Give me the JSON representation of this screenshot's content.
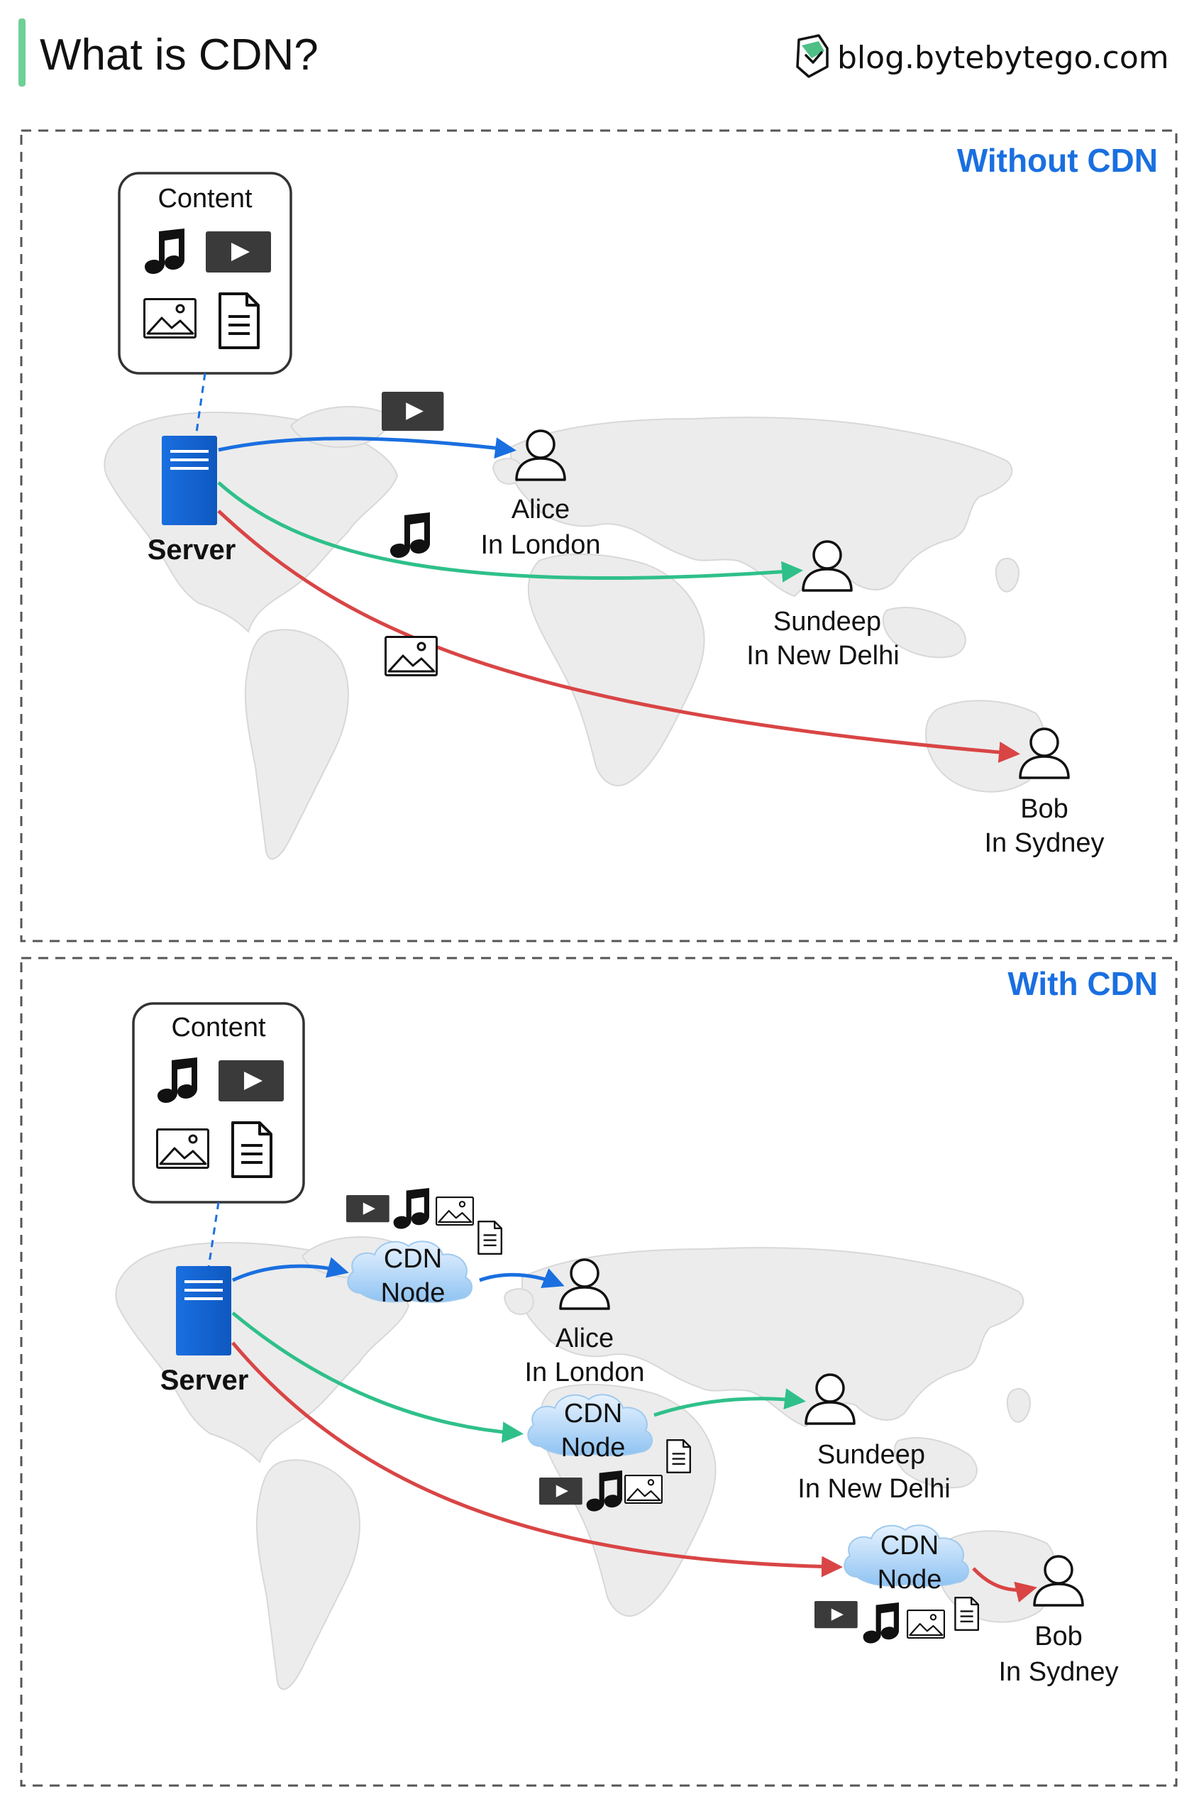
{
  "header": {
    "title": "What is CDN?",
    "brand": "blog.bytebytego.com",
    "accent_color": "#6fcf97"
  },
  "colors": {
    "blue": "#1a6fe0",
    "green": "#2fc08a",
    "red": "#d94545",
    "server": "#1a6fe0",
    "map": "#ececec"
  },
  "without_cdn": {
    "title": "Without CDN",
    "content_box_label": "Content",
    "server_label": "Server",
    "users": [
      {
        "name": "Alice",
        "location": "In London"
      },
      {
        "name": "Sundeep",
        "location": "In New Delhi"
      },
      {
        "name": "Bob",
        "location": "In Sydney"
      }
    ]
  },
  "with_cdn": {
    "title": "With CDN",
    "content_box_label": "Content",
    "server_label": "Server",
    "node_line1": "CDN",
    "node_line2": "Node",
    "users": [
      {
        "name": "Alice",
        "location": "In London"
      },
      {
        "name": "Sundeep",
        "location": "In New Delhi"
      },
      {
        "name": "Bob",
        "location": "In Sydney"
      }
    ]
  },
  "icons": [
    "music-note-icon",
    "video-play-icon",
    "image-icon",
    "document-icon",
    "user-icon",
    "server-icon",
    "cloud-icon",
    "logo-icon"
  ]
}
